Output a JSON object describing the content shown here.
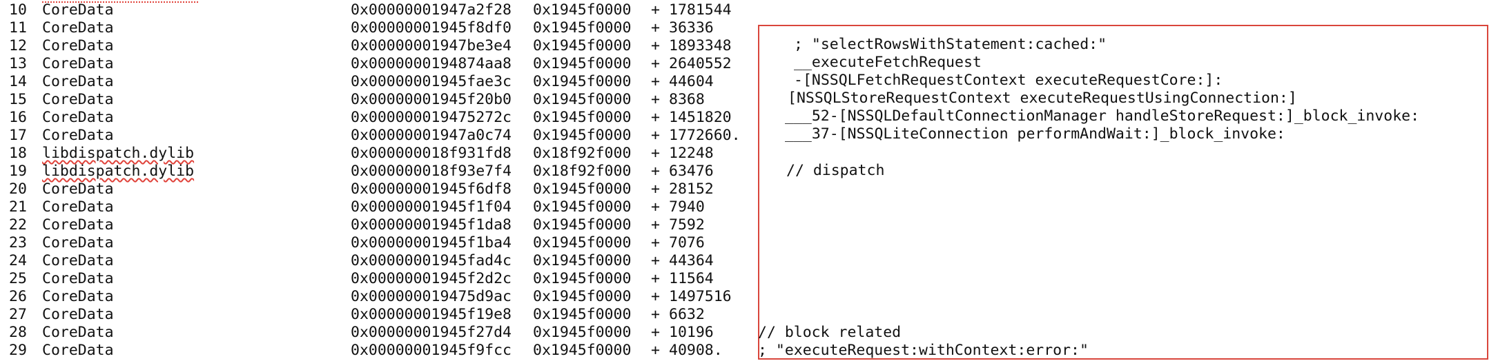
{
  "trace_rows": [
    {
      "num": "10",
      "lib": "CoreData",
      "addr": "0x00000001947a2f28",
      "base": "0x1945f0000",
      "plus": "+",
      "offset": "1781544",
      "squiggle": false
    },
    {
      "num": "11",
      "lib": "CoreData",
      "addr": "0x00000001945f8df0",
      "base": "0x1945f0000",
      "plus": "+",
      "offset": "36336",
      "squiggle": false
    },
    {
      "num": "12",
      "lib": "CoreData",
      "addr": "0x00000001947be3e4",
      "base": "0x1945f0000",
      "plus": "+",
      "offset": "1893348",
      "squiggle": false
    },
    {
      "num": "13",
      "lib": "CoreData",
      "addr": "0x0000000194874aa8",
      "base": "0x1945f0000",
      "plus": "+",
      "offset": "2640552",
      "squiggle": false
    },
    {
      "num": "14",
      "lib": "CoreData",
      "addr": "0x00000001945fae3c",
      "base": "0x1945f0000",
      "plus": "+",
      "offset": "44604",
      "squiggle": false
    },
    {
      "num": "15",
      "lib": "CoreData",
      "addr": "0x00000001945f20b0",
      "base": "0x1945f0000",
      "plus": "+",
      "offset": "8368",
      "squiggle": false
    },
    {
      "num": "16",
      "lib": "CoreData",
      "addr": "0x000000019475272c",
      "base": "0x1945f0000",
      "plus": "+",
      "offset": "1451820",
      "squiggle": false
    },
    {
      "num": "17",
      "lib": "CoreData",
      "addr": "0x00000001947a0c74",
      "base": "0x1945f0000",
      "plus": "+",
      "offset": "1772660.",
      "squiggle": false
    },
    {
      "num": "18",
      "lib": "libdispatch.dylib",
      "addr": "0x000000018f931fd8",
      "base": "0x18f92f000",
      "plus": "+",
      "offset": "12248",
      "squiggle": true
    },
    {
      "num": "19",
      "lib": "libdispatch.dylib",
      "addr": "0x000000018f93e7f4",
      "base": "0x18f92f000",
      "plus": "+",
      "offset": "63476",
      "squiggle": true
    },
    {
      "num": "20",
      "lib": "CoreData",
      "addr": "0x00000001945f6df8",
      "base": "0x1945f0000",
      "plus": "+",
      "offset": "28152",
      "squiggle": false
    },
    {
      "num": "21",
      "lib": "CoreData",
      "addr": "0x00000001945f1f04",
      "base": "0x1945f0000",
      "plus": "+",
      "offset": "7940",
      "squiggle": false
    },
    {
      "num": "22",
      "lib": "CoreData",
      "addr": "0x00000001945f1da8",
      "base": "0x1945f0000",
      "plus": "+",
      "offset": "7592",
      "squiggle": false
    },
    {
      "num": "23",
      "lib": "CoreData",
      "addr": "0x00000001945f1ba4",
      "base": "0x1945f0000",
      "plus": "+",
      "offset": "7076",
      "squiggle": false
    },
    {
      "num": "24",
      "lib": "CoreData",
      "addr": "0x00000001945fad4c",
      "base": "0x1945f0000",
      "plus": "+",
      "offset": "44364",
      "squiggle": false
    },
    {
      "num": "25",
      "lib": "CoreData",
      "addr": "0x00000001945f2d2c",
      "base": "0x1945f0000",
      "plus": "+",
      "offset": "11564",
      "squiggle": false
    },
    {
      "num": "26",
      "lib": "CoreData",
      "addr": "0x000000019475d9ac",
      "base": "0x1945f0000",
      "plus": "+",
      "offset": "1497516",
      "squiggle": false
    },
    {
      "num": "27",
      "lib": "CoreData",
      "addr": "0x00000001945f19e8",
      "base": "0x1945f0000",
      "plus": "+",
      "offset": "6632",
      "squiggle": false
    },
    {
      "num": "28",
      "lib": "CoreData",
      "addr": "0x00000001945f27d4",
      "base": "0x1945f0000",
      "plus": "+",
      "offset": "10196",
      "squiggle": false
    },
    {
      "num": "29",
      "lib": "CoreData",
      "addr": "0x00000001945f9fcc",
      "base": "0x1945f0000",
      "plus": "+",
      "offset": "40908.",
      "squiggle": false
    }
  ],
  "annotations": [
    {
      "text": "; \"selectRowsWithStatement:cached:\""
    },
    {
      "text": "__executeFetchRequest"
    },
    {
      "text": "-[NSSQLFetchRequestContext executeRequestCore:]:"
    },
    {
      "text": "[NSSQLStoreRequestContext executeRequestUsingConnection:]"
    },
    {
      "text": "___52-[NSSQLDefaultConnectionManager handleStoreRequest:]_block_invoke:"
    },
    {
      "text": "___37-[NSSQLiteConnection performAndWait:]_block_invoke:"
    },
    {
      "text": "// dispatch"
    },
    {
      "text": "// block related"
    },
    {
      "text": "; \"executeRequest:withContext:error:\""
    }
  ],
  "colors": {
    "annotation_box_border": "#d9453b",
    "spellcheck_squiggle": "#e0423a",
    "text": "#111111"
  }
}
